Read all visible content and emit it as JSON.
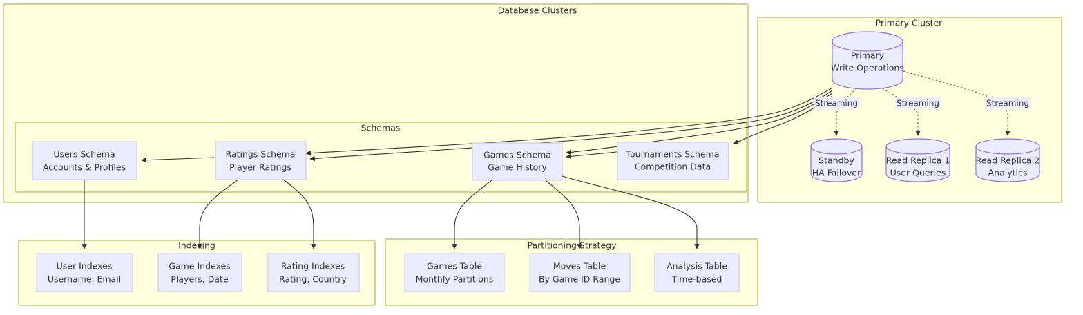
{
  "diagram": {
    "type": "flowchart",
    "background": "#ffffff",
    "cluster_fill": "#ffffde",
    "cluster_stroke": "#aaaa33",
    "node_fill": "#ececff",
    "node_stroke": "#c7c0f0",
    "cylinder_stroke": "#9370db",
    "edge_color": "#333333"
  },
  "clusters": {
    "database_clusters": {
      "title": "Database Clusters"
    },
    "primary_cluster": {
      "title": "Primary Cluster"
    },
    "schemas": {
      "title": "Schemas"
    },
    "indexing": {
      "title": "Indexing"
    },
    "partitioning": {
      "title": "Partitioning Strategy"
    }
  },
  "nodes": {
    "primary": {
      "line1": "Primary",
      "line2": "Write Operations"
    },
    "standby": {
      "line1": "Standby",
      "line2": "HA Failover"
    },
    "replica1": {
      "line1": "Read Replica 1",
      "line2": "User Queries"
    },
    "replica2": {
      "line1": "Read Replica 2",
      "line2": "Analytics"
    },
    "users_schema": {
      "line1": "Users Schema",
      "line2": "Accounts & Profiles"
    },
    "ratings_schema": {
      "line1": "Ratings Schema",
      "line2": "Player Ratings"
    },
    "games_schema": {
      "line1": "Games Schema",
      "line2": "Game History"
    },
    "tournaments_schema": {
      "line1": "Tournaments Schema",
      "line2": "Competition Data"
    },
    "user_indexes": {
      "line1": "User Indexes",
      "line2": "Username, Email"
    },
    "game_indexes": {
      "line1": "Game Indexes",
      "line2": "Players, Date"
    },
    "rating_indexes": {
      "line1": "Rating Indexes",
      "line2": "Rating, Country"
    },
    "games_table": {
      "line1": "Games Table",
      "line2": "Monthly Partitions"
    },
    "moves_table": {
      "line1": "Moves Table",
      "line2": "By Game ID Range"
    },
    "analysis_table": {
      "line1": "Analysis Table",
      "line2": "Time-based"
    }
  },
  "edge_labels": {
    "streaming_standby": "Streaming",
    "streaming_replica1": "Streaming",
    "streaming_replica2": "Streaming"
  }
}
